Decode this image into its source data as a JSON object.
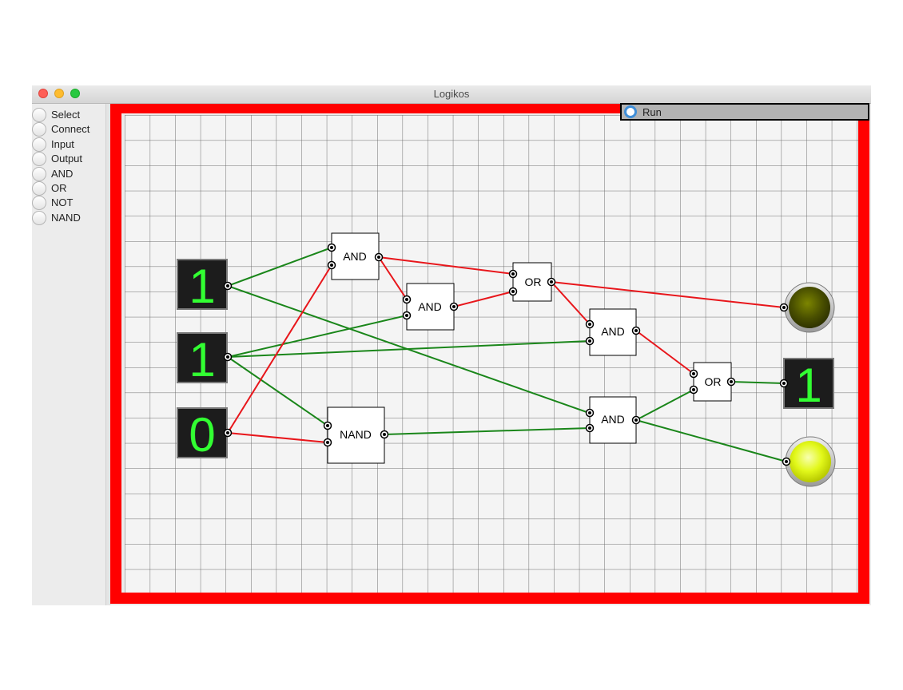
{
  "window": {
    "title": "Logikos"
  },
  "colors": {
    "frame": "#ff0000",
    "grid": "#6e6e6e",
    "wire_on": "#1a861a",
    "wire_off": "#e8161b",
    "digit": "#32ff32",
    "display_bg": "#1c1c1c",
    "lamp_on": "#eaff1e",
    "lamp_off": "#4a5000"
  },
  "sidebar": {
    "tools": [
      {
        "label": "Select"
      },
      {
        "label": "Connect"
      },
      {
        "label": "Input"
      },
      {
        "label": "Output"
      },
      {
        "label": "AND"
      },
      {
        "label": "OR"
      },
      {
        "label": "NOT"
      },
      {
        "label": "NAND"
      }
    ]
  },
  "run": {
    "label": "Run",
    "selected": true
  },
  "circuit": {
    "inputs": [
      {
        "id": "in1",
        "value": "1"
      },
      {
        "id": "in2",
        "value": "1"
      },
      {
        "id": "in3",
        "value": "0"
      }
    ],
    "gates": [
      {
        "id": "g-and-1",
        "label": "AND"
      },
      {
        "id": "g-and-2",
        "label": "AND"
      },
      {
        "id": "g-or-1",
        "label": "OR"
      },
      {
        "id": "g-and-3",
        "label": "AND"
      },
      {
        "id": "g-or-2",
        "label": "OR"
      },
      {
        "id": "g-and-4",
        "label": "AND"
      },
      {
        "id": "g-nand-1",
        "label": "NAND"
      }
    ],
    "outputs": [
      {
        "id": "out-lamp-1",
        "kind": "lamp",
        "state": "off"
      },
      {
        "id": "out-display",
        "kind": "display",
        "value": "1"
      },
      {
        "id": "out-lamp-2",
        "kind": "lamp",
        "state": "on"
      }
    ],
    "wires": [
      {
        "from": "in1",
        "to": "g-and-1.a",
        "state": "on"
      },
      {
        "from": "in1",
        "to": "g-and-4.a",
        "state": "on"
      },
      {
        "from": "in2",
        "to": "g-and-2.b",
        "state": "on"
      },
      {
        "from": "in2",
        "to": "g-and-3.b",
        "state": "on"
      },
      {
        "from": "in2",
        "to": "g-nand-1.a",
        "state": "on"
      },
      {
        "from": "in3",
        "to": "g-and-1.b",
        "state": "off"
      },
      {
        "from": "in3",
        "to": "g-nand-1.b",
        "state": "off"
      },
      {
        "from": "g-and-1",
        "to": "g-and-2.a",
        "state": "off"
      },
      {
        "from": "g-and-1",
        "to": "g-or-1.a",
        "state": "off"
      },
      {
        "from": "g-and-2",
        "to": "g-or-1.b",
        "state": "off"
      },
      {
        "from": "g-or-1",
        "to": "g-and-3.a",
        "state": "off"
      },
      {
        "from": "g-or-1",
        "to": "out-lamp-1",
        "state": "off"
      },
      {
        "from": "g-and-3",
        "to": "g-or-2.a",
        "state": "off"
      },
      {
        "from": "g-nand-1",
        "to": "g-and-4.b",
        "state": "on"
      },
      {
        "from": "g-and-4",
        "to": "g-or-2.b",
        "state": "on"
      },
      {
        "from": "g-and-4",
        "to": "out-lamp-2",
        "state": "on"
      },
      {
        "from": "g-or-2",
        "to": "out-display",
        "state": "on"
      }
    ]
  }
}
